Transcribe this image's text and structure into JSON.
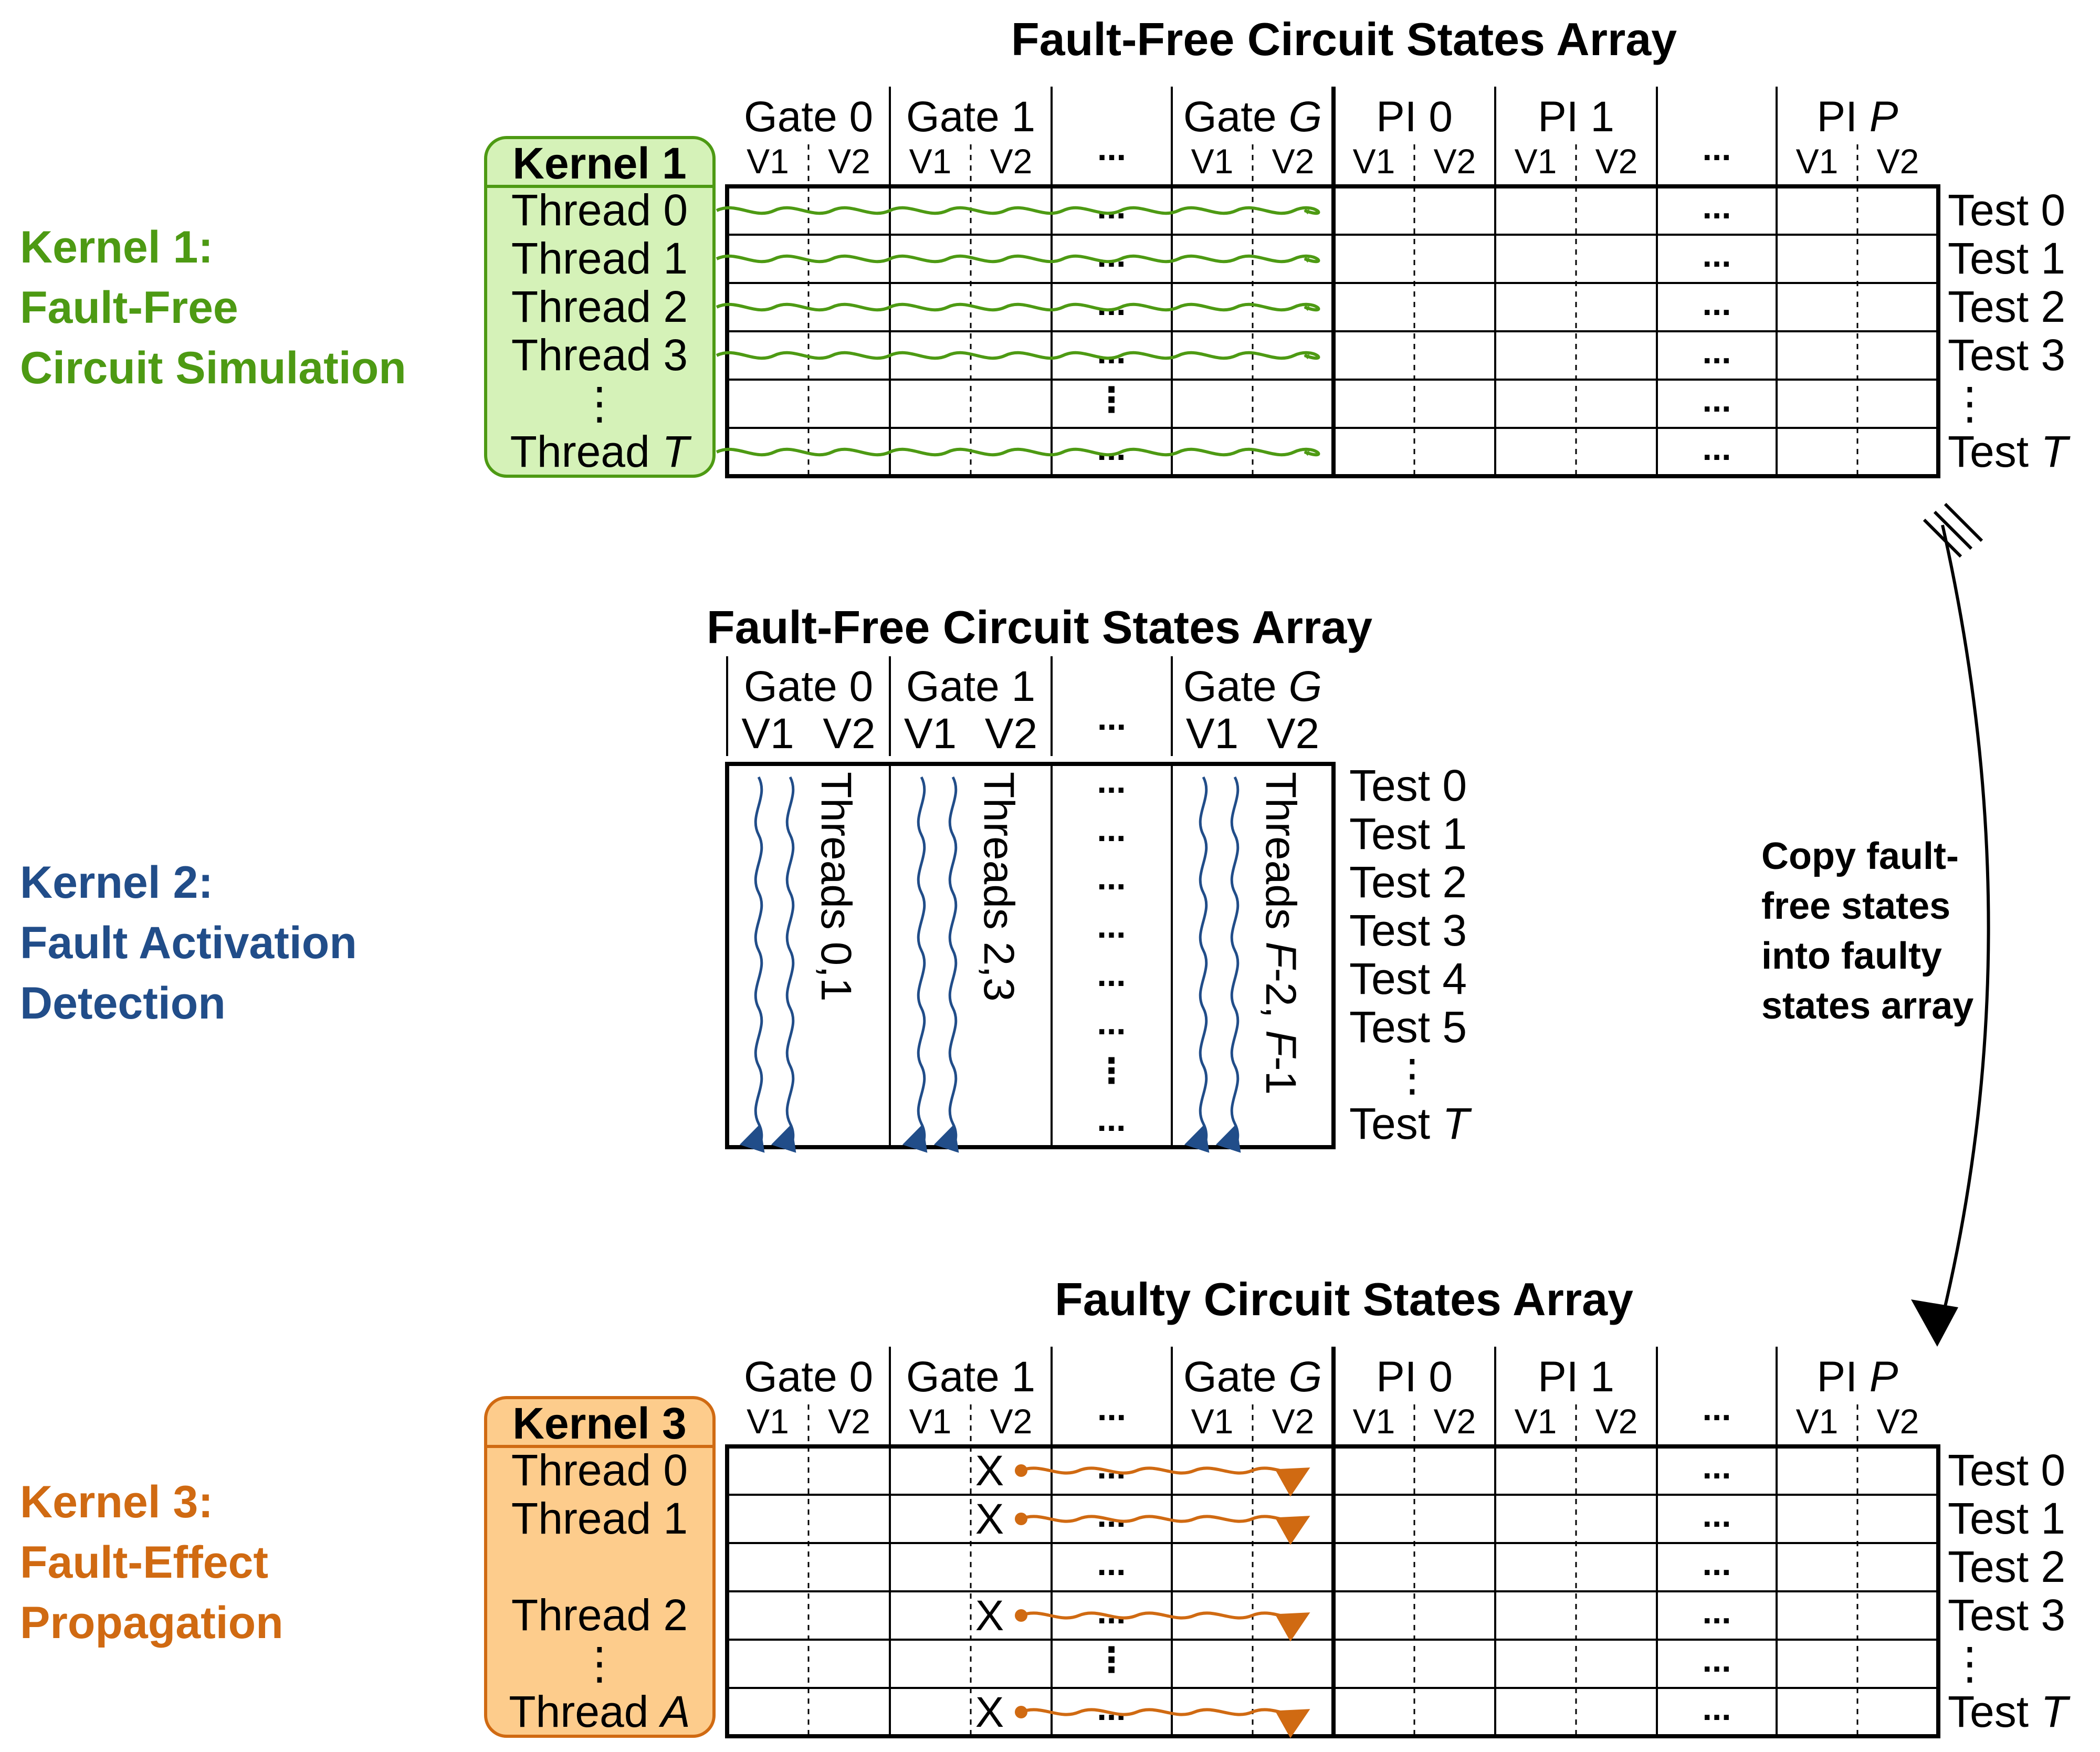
{
  "colors": {
    "kernel1": "#4d9a13",
    "kernel1_fill": "#d5f2b8",
    "kernel2": "#214d89",
    "kernel3": "#d06a12",
    "kernel3_fill": "#fdcc8c"
  },
  "kernel_descriptions": [
    {
      "lines": [
        "Kernel 1:",
        "Fault-Free",
        "Circuit Simulation"
      ]
    },
    {
      "lines": [
        "Kernel 2:",
        "Fault Activation",
        "Detection"
      ]
    },
    {
      "lines": [
        "Kernel 3:",
        "Fault-Effect",
        "Propagation"
      ]
    }
  ],
  "panel1": {
    "title": "Fault-Free Circuit States Array",
    "kernel_box": "Kernel 1",
    "threads": [
      "Thread 0",
      "Thread 1",
      "Thread 2",
      "Thread 3",
      "⋮",
      "Thread T"
    ],
    "tests": [
      "Test 0",
      "Test 1",
      "Test 2",
      "Test 3",
      "⋮",
      "Test T"
    ]
  },
  "panel2": {
    "title": "Fault-Free Circuit States Array",
    "thread_groups": [
      "Threads 0,1",
      "Threads 2,3",
      "Threads F-2, F-1"
    ],
    "tests": [
      "Test 0",
      "Test 1",
      "Test 2",
      "Test 3",
      "Test 4",
      "Test 5",
      "⋮",
      "Test T"
    ]
  },
  "panel3": {
    "title": "Faulty Circuit States Array",
    "kernel_box": "Kernel 3",
    "threads": [
      "Thread 0",
      "Thread 1",
      "",
      "Thread 2",
      "⋮",
      "Thread A"
    ],
    "tests": [
      "Test 0",
      "Test 1",
      "Test 2",
      "Test 3",
      "⋮",
      "Test T"
    ],
    "fault_mark": "X"
  },
  "columns": {
    "gates": [
      "Gate 0",
      "Gate 1",
      "...",
      "Gate G"
    ],
    "pis": [
      "PI 0",
      "PI 1",
      "...",
      "PI P"
    ],
    "sub": [
      "V1",
      "V2"
    ]
  },
  "copy_label": [
    "Copy fault-",
    "free states",
    "into faulty",
    "states array"
  ]
}
